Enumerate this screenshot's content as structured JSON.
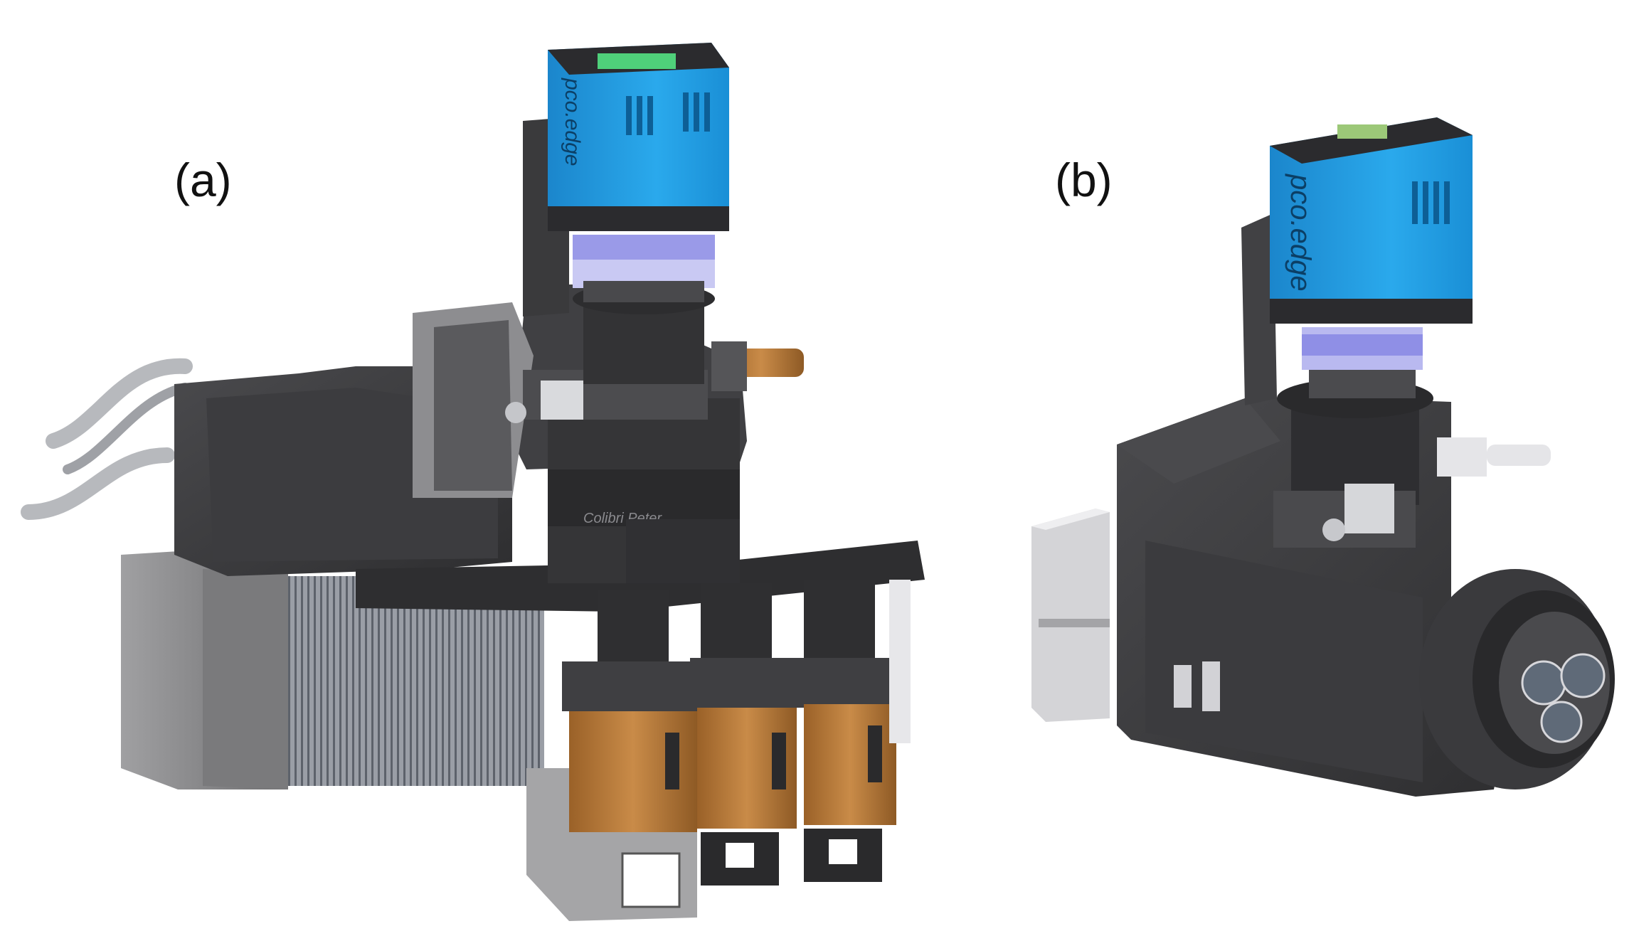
{
  "panels": [
    {
      "label": "(a)",
      "camera_brand": "pco.edge",
      "engraving": "Colibri Peter"
    },
    {
      "label": "(b)",
      "camera_brand": "pco.edge"
    }
  ],
  "colors": {
    "camera_blue": "#1e9be0",
    "camera_blue_dark": "#0f6fb0",
    "housing_dark": "#3a3a3c",
    "housing_mid": "#505053",
    "copper": "#b87a3a",
    "lavender_ring": "#8f8fe6",
    "gray_panel": "#8c8c8c"
  }
}
